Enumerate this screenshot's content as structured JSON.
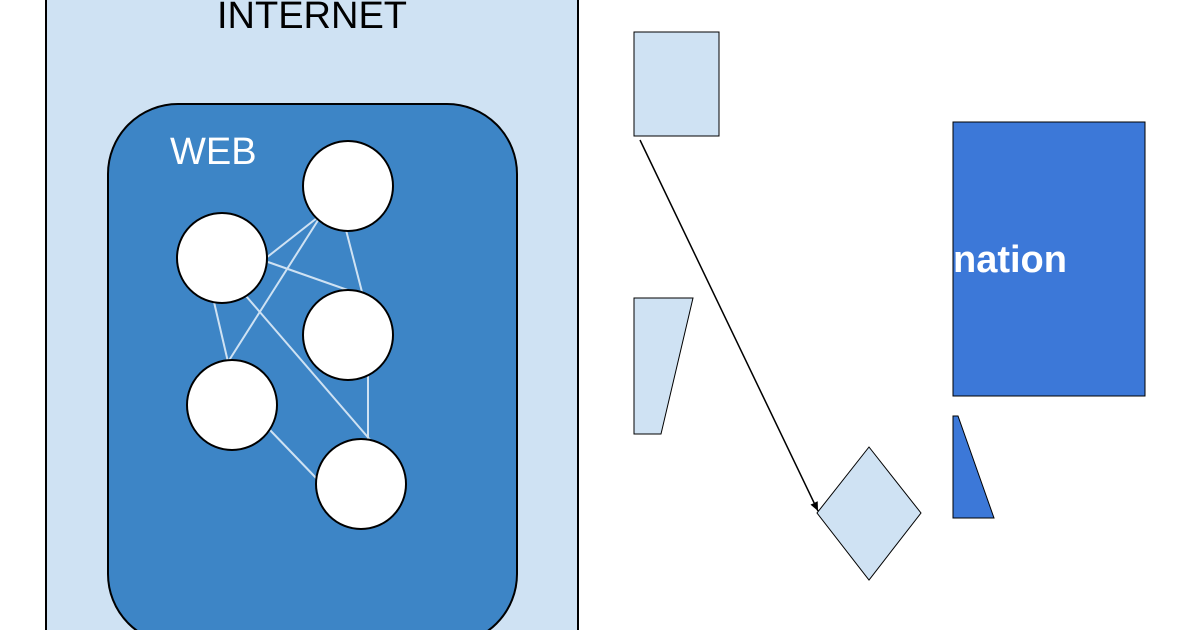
{
  "diagram": {
    "internet_label": "INTERNET",
    "web_label": "WEB",
    "information_label": "nation"
  },
  "colors": {
    "internet_fill": "#cfe2f3",
    "web_fill": "#3d85c6",
    "node_fill": "#ffffff",
    "node_link": "#cfe2f3",
    "shape_fill": "#cfe2f3",
    "info_fill": "#3c78d8",
    "outline": "#000000"
  }
}
